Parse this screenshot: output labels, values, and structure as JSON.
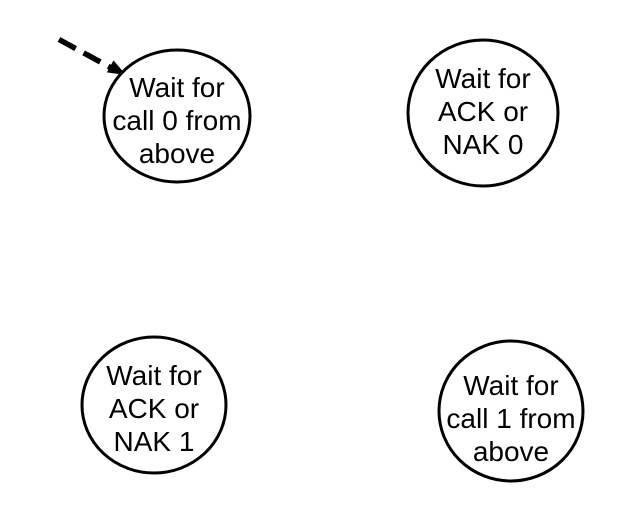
{
  "diagram": {
    "type": "finite-state-machine",
    "background_color": "#ffffff",
    "stroke_color": "#000000",
    "text_color": "#000000",
    "initial_arrow": {
      "style": "dashed",
      "points_to_state": "Wait for call 0 from above"
    },
    "states": [
      {
        "lines": [
          "Wait for",
          "call 0 from",
          "above"
        ]
      },
      {
        "lines": [
          "Wait for",
          "ACK or",
          "NAK 0"
        ]
      },
      {
        "lines": [
          "Wait for",
          "ACK or",
          "NAK 1"
        ]
      },
      {
        "lines": [
          "Wait for",
          "call 1 from",
          "above"
        ]
      }
    ]
  }
}
